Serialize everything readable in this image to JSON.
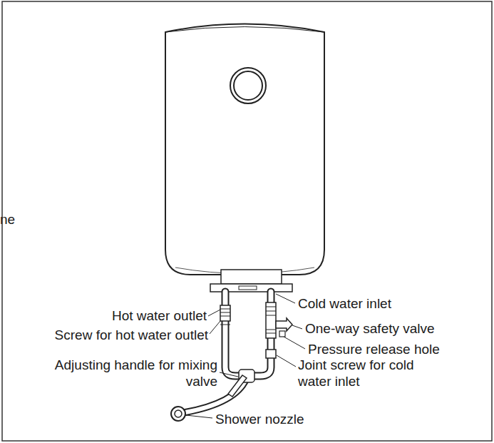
{
  "diagram": {
    "labels": [
      "ne",
      "Cold water inlet",
      "Hot water outlet",
      "Screw for hot water outlet",
      "One-way safety valve",
      "Pressure release hole",
      "Adjusting handle for mixing valve",
      "Joint screw for cold water inlet",
      "Shower nozzle"
    ]
  }
}
